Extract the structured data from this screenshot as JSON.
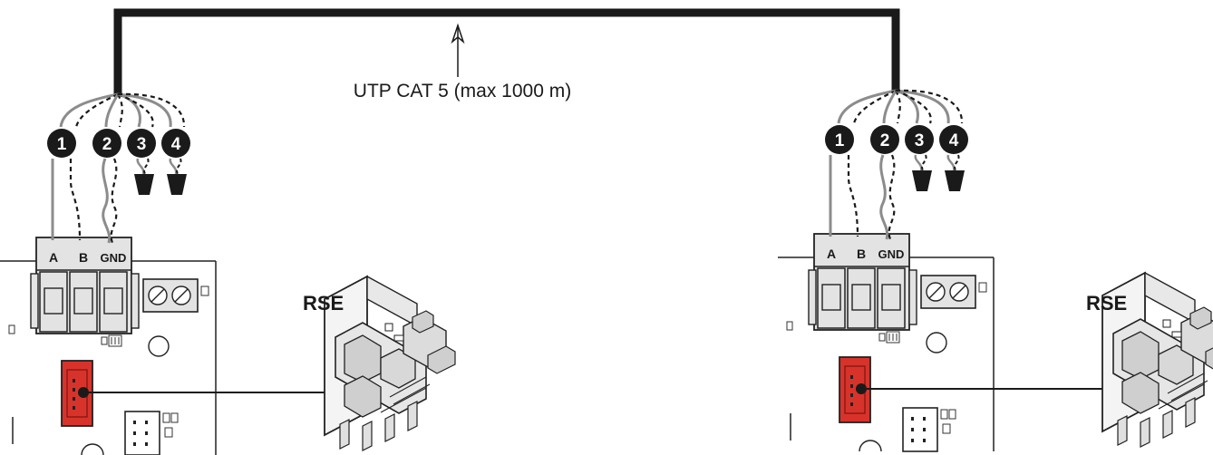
{
  "cable_label": "UTP CAT 5 (max 1000 m)",
  "board_label": "RSE",
  "wire_numbers": [
    "1",
    "2",
    "3",
    "4"
  ],
  "terminal_labels": [
    "A",
    "B",
    "GND"
  ],
  "colors": {
    "cable": "#1a1a1a",
    "wire_solid": "#8c8c8c",
    "wire_dashed": "#1a1a1a",
    "connector_red": "#d8332b",
    "terminal_fill": "#e3e3e3"
  }
}
